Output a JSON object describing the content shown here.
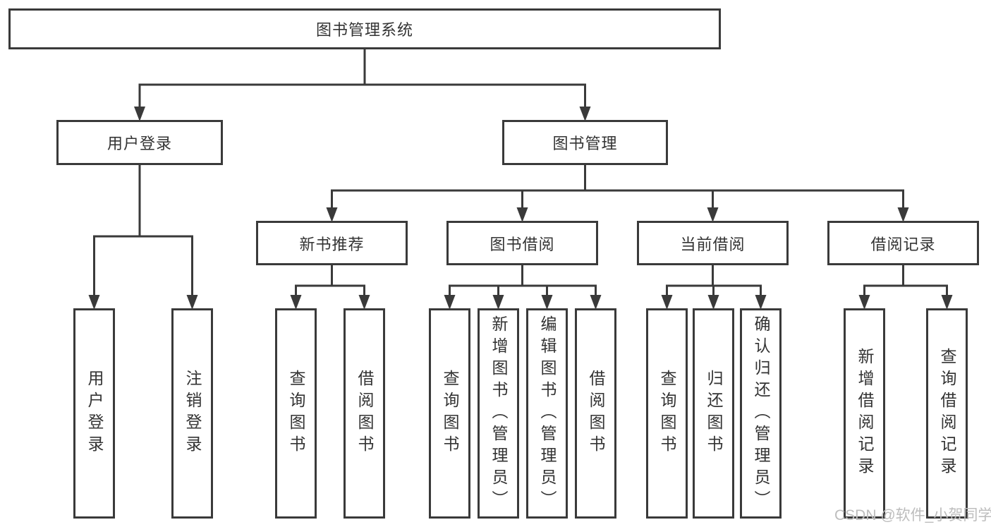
{
  "diagram_title": "图书管理系统",
  "colors": {
    "line": "#3a3a3a",
    "text": "#333333",
    "box_background": "#ffffff",
    "watermark": "#bdbdbd"
  },
  "tree": {
    "root": {
      "label": "图书管理系统"
    },
    "branches": [
      {
        "label": "用户登录",
        "children": [
          {
            "label": "用户登录"
          },
          {
            "label": "注销登录"
          }
        ]
      },
      {
        "label": "图书管理",
        "children": [
          {
            "label": "新书推荐",
            "children": [
              {
                "label": "查询图书"
              },
              {
                "label": "借阅图书"
              }
            ]
          },
          {
            "label": "图书借阅",
            "children": [
              {
                "label": "查询图书"
              },
              {
                "label": "新增图书（管理员）"
              },
              {
                "label": "编辑图书（管理员）"
              },
              {
                "label": "借阅图书"
              }
            ]
          },
          {
            "label": "当前借阅",
            "children": [
              {
                "label": "查询图书"
              },
              {
                "label": "归还图书"
              },
              {
                "label": "确认归还（管理员）"
              }
            ]
          },
          {
            "label": "借阅记录",
            "children": [
              {
                "label": "新增借阅记录"
              },
              {
                "label": "查询借阅记录"
              }
            ]
          }
        ]
      }
    ]
  },
  "watermark": {
    "text": "CSDN @软件_小贺同学"
  }
}
